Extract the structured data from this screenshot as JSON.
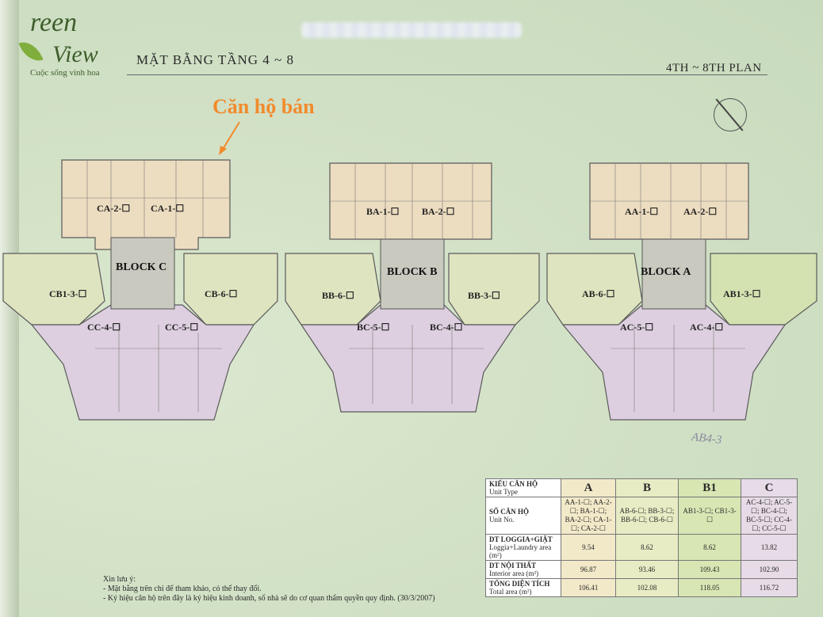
{
  "logo": {
    "line1": "reen",
    "line2": "View",
    "sub": "Cuộc sống vinh hoa"
  },
  "title_vn": "MẶT BẰNG TẦNG 4 ~ 8",
  "title_en": "4TH ~ 8TH PLAN",
  "callout": "Căn hộ bán",
  "handwriting": "AB4-3",
  "blocks": {
    "c": "BLOCK C",
    "b": "BLOCK B",
    "a": "BLOCK A"
  },
  "units": {
    "ca2": "CA-2-☐",
    "ca1": "CA-1-☐",
    "cb13": "CB1-3-☐",
    "cb6": "CB-6-☐",
    "cc4": "CC-4-☐",
    "cc5": "CC-5-☐",
    "ba1": "BA-1-☐",
    "ba2": "BA-2-☐",
    "bb6": "BB-6-☐",
    "bb3": "BB-3-☐",
    "bc5": "BC-5-☐",
    "bc4": "BC-4-☐",
    "aa1": "AA-1-☐",
    "aa2": "AA-2-☐",
    "ab6": "AB-6-☐",
    "ab13": "AB1-3-☐",
    "ac5": "AC-5-☐",
    "ac4": "AC-4-☐"
  },
  "legend": {
    "row_type": "KIỂU CĂN HỘ",
    "row_type_en": "Unit Type",
    "row_no": "SỐ CĂN HỘ",
    "row_no_en": "Unit No.",
    "row_loggia": "DT LOGGIA+GIẶT",
    "row_loggia_en": "Loggia+Laundry area (m²)",
    "row_int": "DT NỘI THẤT",
    "row_int_en": "Interior area (m²)",
    "row_total": "TỔNG DIỆN TÍCH",
    "row_total_en": "Total area (m²)",
    "types": [
      "A",
      "B",
      "B1",
      "C"
    ],
    "unit_nos": [
      "AA-1-☐; AA-2-☐; BA-1-☐; BA-2-☐; CA-1-☐; CA-2-☐",
      "AB-6-☐; BB-3-☐; BB-6-☐; CB-6-☐",
      "AB1-3-☐; CB1-3-☐",
      "AC-4-☐; AC-5-☐; BC-4-☐; BC-5-☐; CC-4-☐; CC-5-☐"
    ],
    "loggia": [
      "9.54",
      "8.62",
      "8.62",
      "13.82"
    ],
    "interior": [
      "96.87",
      "93.46",
      "109.43",
      "102.90"
    ],
    "total": [
      "106.41",
      "102.08",
      "118.05",
      "116.72"
    ]
  },
  "notes": {
    "head": "Xin lưu ý:",
    "l1": "- Mặt bằng trên chỉ để tham khảo, có thể thay đổi.",
    "l2": "- Ký hiệu căn hộ trên đây là ký hiệu kinh doanh, số nhà sẽ do cơ quan thẩm quyền quy định. (30/3/2007)"
  }
}
